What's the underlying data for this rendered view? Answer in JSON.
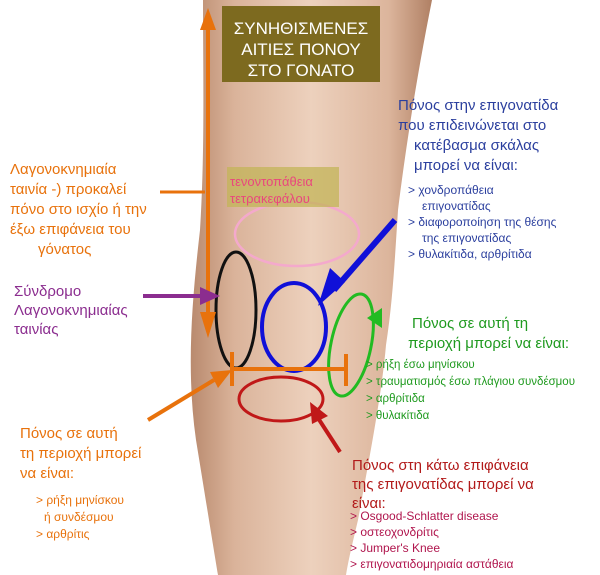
{
  "title": {
    "lines": [
      "ΣΥΝΗΘΙΣΜΕΝΕΣ",
      "ΑΙΤΙΕΣ ΠΟΝΟΥ",
      "ΣΤΟ ΓΟΝΑΤΟ"
    ]
  },
  "labels": {
    "tendon": [
      "τενοντοπάθεια",
      "τετρακεφάλου"
    ],
    "it_band_pain": [
      "Λαγονοκνημιαία",
      "ταινία -) προκαλεί",
      "πόνο στο ισχίο ή την",
      "έξω επιφάνεια του",
      "γόνατος"
    ],
    "it_band_syndrome": [
      "Σύνδρομο",
      "Λαγονοκνημιαίας",
      "ταινίας"
    ],
    "kneecap_stairs": {
      "heading": [
        "Πόνος στην επιγονατίδα",
        "που επιδεινώνεται στο",
        "κατέβασμα σκάλας",
        "μπορεί να είναι:"
      ],
      "items": [
        "> χονδροπάθεια",
        "  επιγονατίδας",
        "> διαφοροποίηση της θέσης",
        "  της επιγονατίδας",
        ">  θυλακίτιδα, αρθρίτιδα"
      ]
    },
    "lateral_area": {
      "heading": [
        "Πόνος σε αυτή τη",
        "περιοχή μπορεί να είναι:"
      ],
      "items": [
        "> ρήξη έσω μηνίσκου",
        "> τραυματισμός έσω πλάγιου συνδέσμου",
        ">  αρθρίτιδα",
        ">  θυλακίτιδα"
      ]
    },
    "inner_area": {
      "heading": [
        "Πόνος σε αυτή",
        "τη περιοχή μπορεί",
        "να είναι:"
      ],
      "items": [
        "> ρήξη μηνίσκου",
        "  ή συνδέσμου",
        "> αρθρίτις"
      ]
    },
    "below_kneecap": {
      "heading": [
        "Πόνος στη κάτω επιφάνεια",
        "της επιγονατίδας μπορεί να",
        "είναι:"
      ],
      "items": [
        "> Osgood-Schlatter disease",
        ">  οστεοχονδρίτις",
        "> Jumper's Knee",
        ">  επιγονατιδομηριαία αστάθεια"
      ]
    }
  },
  "colors": {
    "orange": "#e8720c",
    "purple": "#8b2d8f",
    "navy": "#2b3f9e",
    "blue": "#1010d8",
    "green": "#22bb22",
    "red": "#c01818",
    "pink": "#f4a9cc",
    "title_box": "#7d6a1f"
  }
}
